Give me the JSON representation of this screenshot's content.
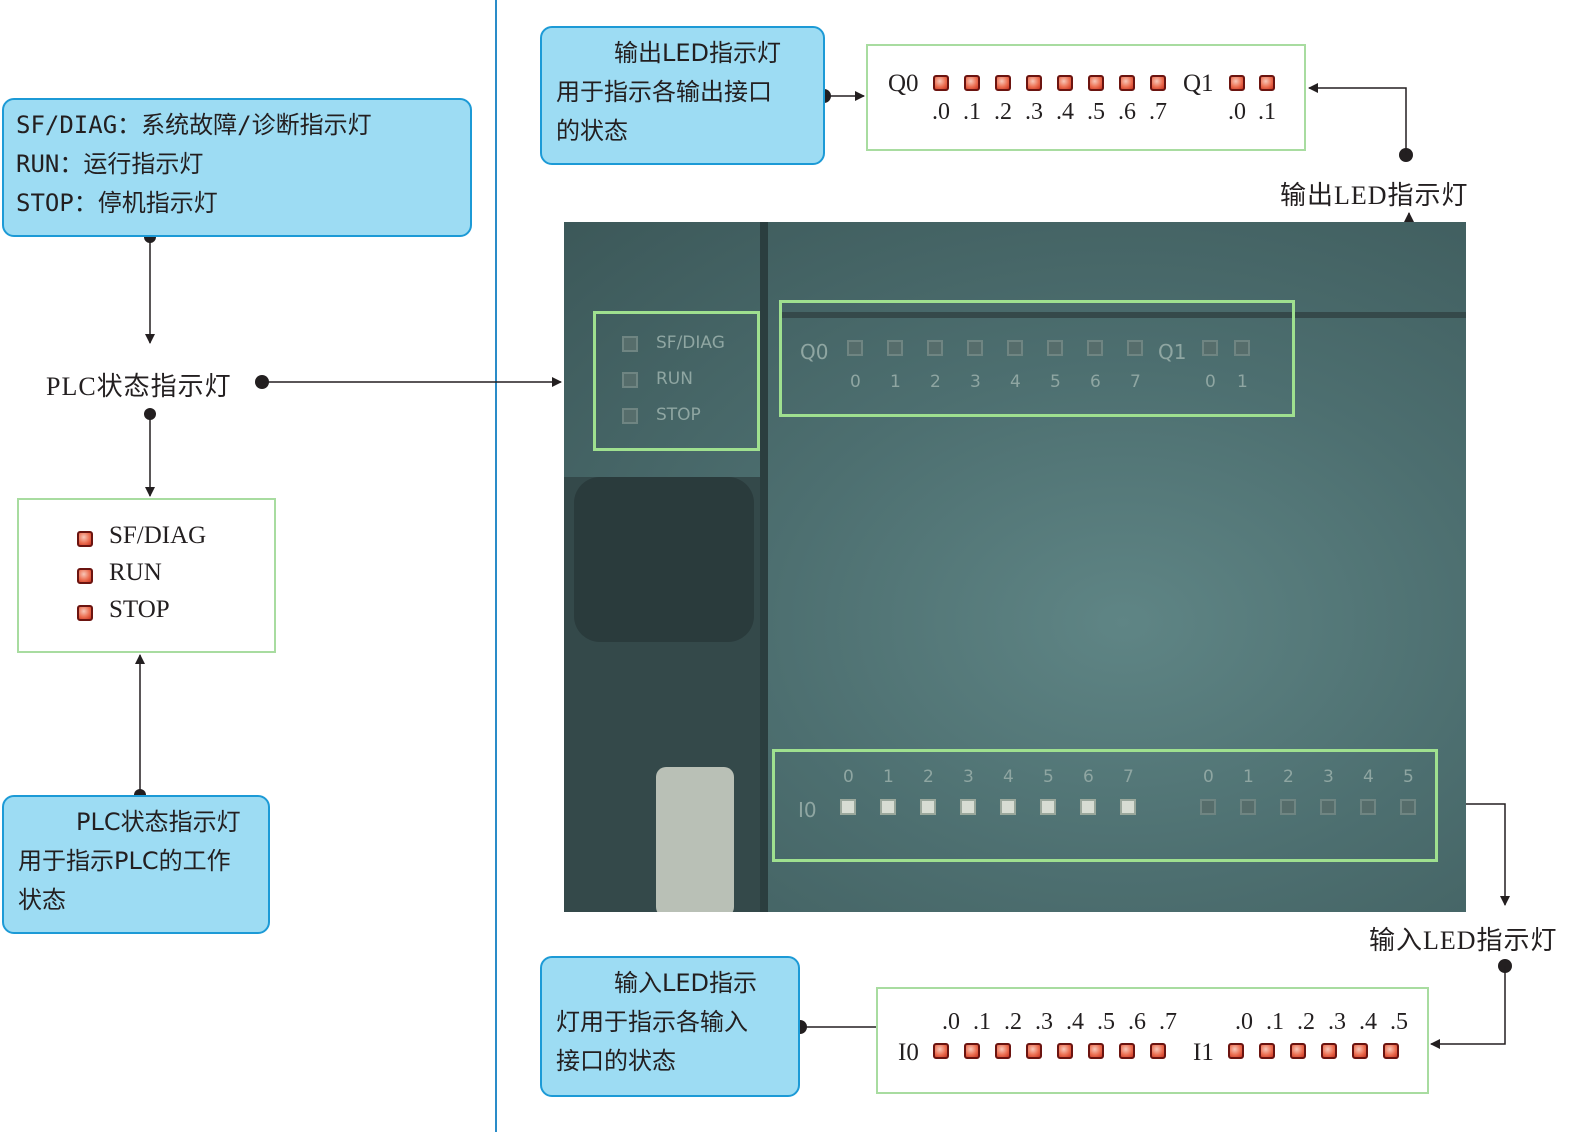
{
  "notes": {
    "status_legend": [
      "SF/DIAG：系统故障/诊断指示灯",
      "RUN：运行指示灯",
      "STOP：停机指示灯"
    ],
    "plc_status_desc": [
      "PLC状态指示灯",
      "用于指示PLC的工作",
      "状态"
    ],
    "output_desc": [
      "输出LED指示灯",
      "用于指示各输出接口",
      "的状态"
    ],
    "input_desc": [
      "输入LED指示",
      "灯用于指示各输入",
      "接口的状态"
    ]
  },
  "captions": {
    "plc_status": "PLC状态指示灯",
    "output_led": "输出LED指示灯",
    "input_led": "输入LED指示灯"
  },
  "status_panel": {
    "items": [
      "SF/DIAG",
      "RUN",
      "STOP"
    ]
  },
  "output_panel": {
    "q0_label": "Q0",
    "q0_bits": [
      ".0",
      ".1",
      ".2",
      ".3",
      ".4",
      ".5",
      ".6",
      ".7"
    ],
    "q1_label": "Q1",
    "q1_bits": [
      ".0",
      ".1"
    ]
  },
  "input_panel": {
    "i0_label": "I0",
    "i0_bits": [
      ".0",
      ".1",
      ".2",
      ".3",
      ".4",
      ".5",
      ".6",
      ".7"
    ],
    "i1_label": "I1",
    "i1_bits": [
      ".0",
      ".1",
      ".2",
      ".3",
      ".4",
      ".5"
    ]
  },
  "photo": {
    "status_labels": [
      "SF/DIAG",
      "RUN",
      "STOP"
    ],
    "q0_label": "Q0",
    "q1_label": "Q1",
    "q0_numbers": [
      "0",
      "1",
      "2",
      "3",
      "4",
      "5",
      "6",
      "7"
    ],
    "q1_numbers": [
      "0",
      "1"
    ],
    "i0_label": "I0",
    "i0_numbers": [
      "0",
      "1",
      "2",
      "3",
      "4",
      "5",
      "6",
      "7"
    ],
    "i1_numbers": [
      "0",
      "1",
      "2",
      "3",
      "4",
      "5"
    ]
  },
  "colors": {
    "note_fill": "#9ddcf3",
    "note_border": "#1c9ad6",
    "panel_border": "#a8dca0",
    "led_red": "#e4563b",
    "divider": "#2a8cc8"
  }
}
